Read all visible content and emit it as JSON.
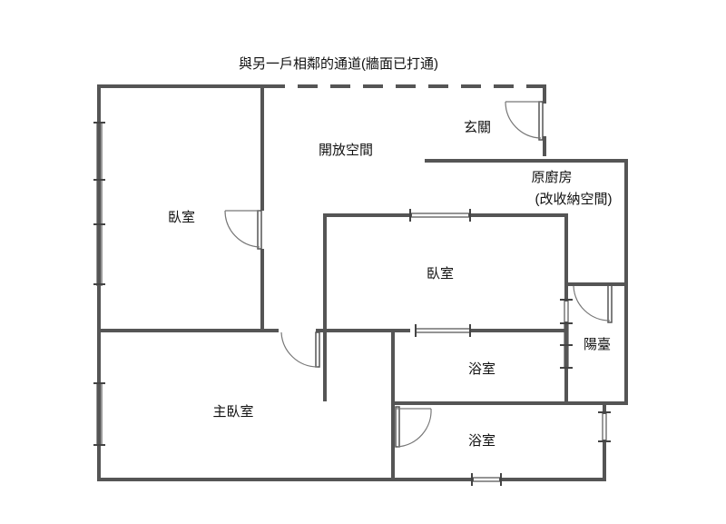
{
  "floor_plan": {
    "top_note": "與另一戶相鄰的通道(牆面已打通)",
    "rooms": {
      "bedroom_left": "臥室",
      "open_space": "開放空間",
      "entrance": "玄關",
      "original_kitchen_line1": "原廚房",
      "original_kitchen_line2": "(改收納空間)",
      "bedroom_center": "臥室",
      "balcony": "陽臺",
      "bathroom_1": "浴室",
      "master_bedroom": "主臥室",
      "bathroom_2": "浴室"
    }
  }
}
